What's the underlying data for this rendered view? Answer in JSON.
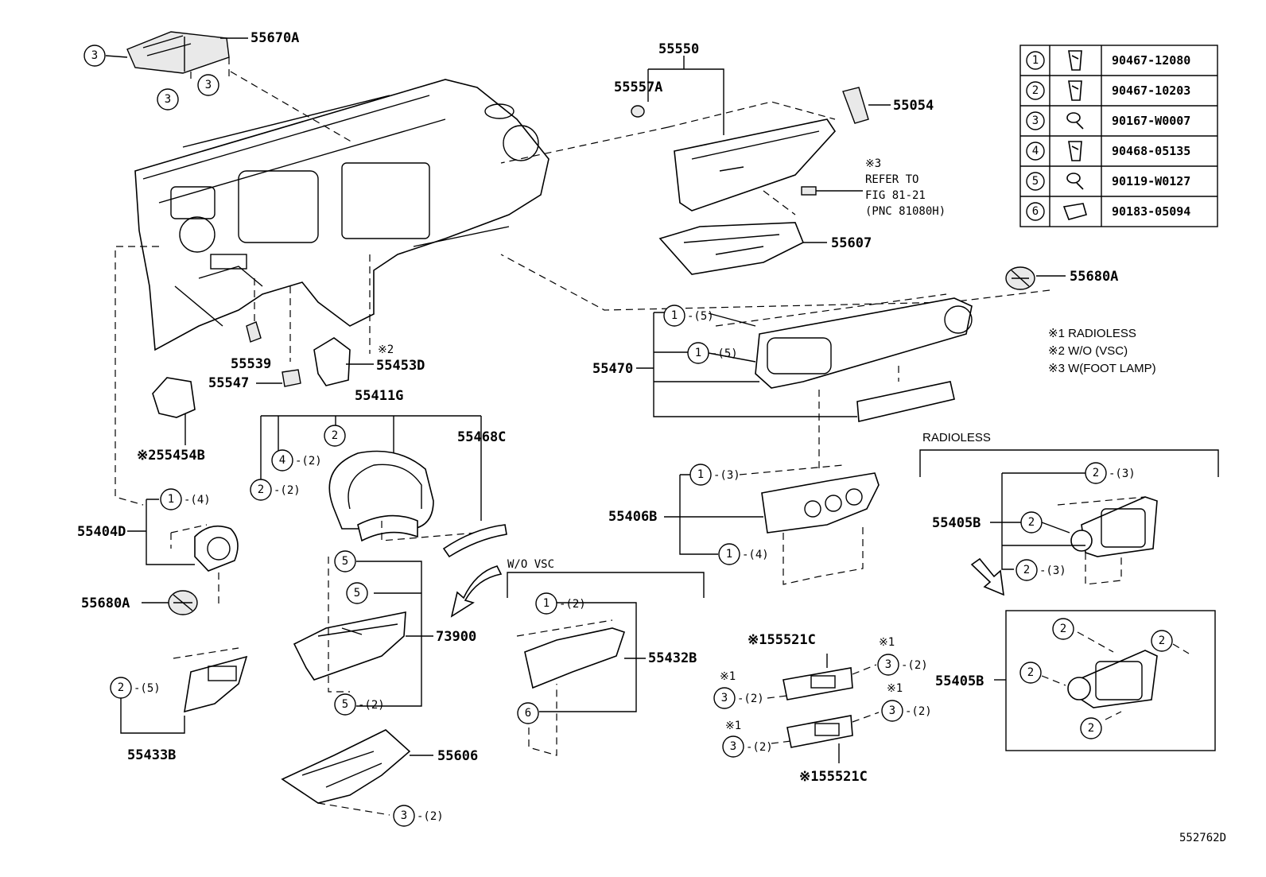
{
  "diagram": {
    "labels": {
      "p55670A": "55670A",
      "p55550": "55550",
      "p55557A": "55557A",
      "p55054": "55054",
      "refer_note_mark": "※3",
      "refer_line1": "REFER TO",
      "refer_line2": "FIG 81-21",
      "refer_line3": "(PNC 81080H)",
      "p55607": "55607",
      "p55680A_top": "55680A",
      "p55470": "55470",
      "p55539": "55539",
      "p55453D_mark": "※2",
      "p55453D": "55453D",
      "p55547": "55547",
      "p55411G": "55411G",
      "p55468C": "55468C",
      "p55454B": "※255454B",
      "p55404D": "55404D",
      "p55680A_left": "55680A",
      "p55406B": "55406B",
      "radioless_top": "RADIOLESS",
      "p55405B_top": "55405B",
      "wo_vsc": "W/O  VSC",
      "p73900": "73900",
      "p55432B": "55432B",
      "p55521C_top": "※155521C",
      "p55521C_bottom": "※155521C",
      "p55405B_bottom": "55405B",
      "p55433B": "55433B",
      "p55606": "55606",
      "figure_id": "552762D",
      "note_x1": "※1",
      "note_x3": "※3"
    },
    "qty": {
      "q5": "-(5)",
      "q3": "-(3)",
      "q4": "-(4)",
      "q2": "-(2)"
    },
    "notes": [
      "※1  RADIOLESS",
      "※2 W/O (VSC)",
      "※3 W(FOOT LAMP)"
    ],
    "legend": [
      {
        "num": "1",
        "part": "90467-12080",
        "icon": "clip-icon"
      },
      {
        "num": "2",
        "part": "90467-10203",
        "icon": "clip-icon"
      },
      {
        "num": "3",
        "part": "90167-W0007",
        "icon": "screw-icon"
      },
      {
        "num": "4",
        "part": "90468-05135",
        "icon": "clip-icon"
      },
      {
        "num": "5",
        "part": "90119-W0127",
        "icon": "screw-icon"
      },
      {
        "num": "6",
        "part": "90183-05094",
        "icon": "nut-icon"
      }
    ],
    "callouts": [
      "1",
      "2",
      "3",
      "4",
      "5",
      "6"
    ]
  }
}
